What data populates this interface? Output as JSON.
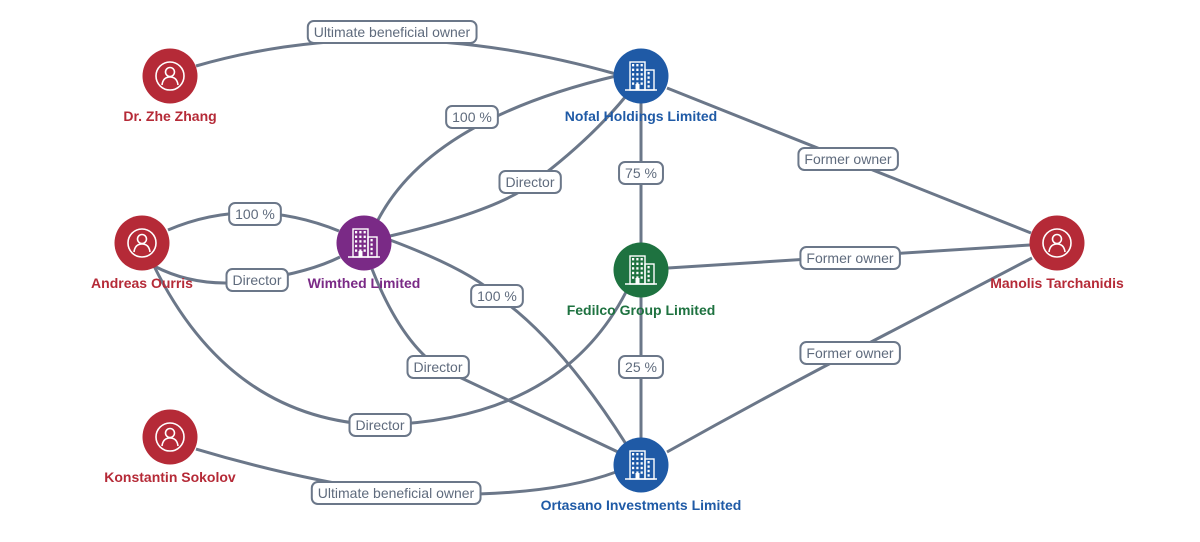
{
  "colors": {
    "person": "#b52a37",
    "company_blue": "#1f5aa6",
    "company_purple": "#7a2a86",
    "company_green": "#1e7240",
    "edge": "#6b7789"
  },
  "nodes": [
    {
      "id": "zhang",
      "label": "Dr. Zhe Zhang",
      "kind": "person",
      "icon": "person-icon"
    },
    {
      "id": "ourris",
      "label": "Andreas Ourris",
      "kind": "person",
      "icon": "person-icon"
    },
    {
      "id": "sokolov",
      "label": "Konstantin Sokolov",
      "kind": "person",
      "icon": "person-icon"
    },
    {
      "id": "tarchanidis",
      "label": "Manolis Tarchanidis",
      "kind": "person",
      "icon": "person-icon"
    },
    {
      "id": "nofal",
      "label": "Nofal Holdings Limited",
      "kind": "company_blue",
      "icon": "building-icon"
    },
    {
      "id": "wimthed",
      "label": "Wimthed Limited",
      "kind": "company_purple",
      "icon": "building-icon"
    },
    {
      "id": "fedilco",
      "label": "Fedilco Group Limited",
      "kind": "company_green",
      "icon": "building-icon"
    },
    {
      "id": "ortasano",
      "label": "Ortasano Investments Limited",
      "kind": "company_blue",
      "icon": "building-icon"
    }
  ],
  "edges": [
    {
      "from": "zhang",
      "to": "nofal",
      "label": "Ultimate beneficial owner"
    },
    {
      "from": "wimthed",
      "to": "nofal",
      "label": "100 %"
    },
    {
      "from": "wimthed",
      "to": "nofal",
      "label": "Director"
    },
    {
      "from": "nofal",
      "to": "fedilco",
      "label": "75 %"
    },
    {
      "from": "nofal",
      "to": "tarchanidis",
      "label": "Former owner"
    },
    {
      "from": "ourris",
      "to": "wimthed",
      "label": "100 %"
    },
    {
      "from": "ourris",
      "to": "wimthed",
      "label": "Director"
    },
    {
      "from": "wimthed",
      "to": "ortasano",
      "label": "100 %"
    },
    {
      "from": "wimthed",
      "to": "ortasano",
      "label": "Director"
    },
    {
      "from": "fedilco",
      "to": "tarchanidis",
      "label": "Former owner"
    },
    {
      "from": "ourris",
      "to": "fedilco",
      "label": "Director"
    },
    {
      "from": "fedilco",
      "to": "ortasano",
      "label": "25 %"
    },
    {
      "from": "ortasano",
      "to": "tarchanidis",
      "label": "Former owner"
    },
    {
      "from": "sokolov",
      "to": "ortasano",
      "label": "Ultimate beneficial owner"
    }
  ]
}
